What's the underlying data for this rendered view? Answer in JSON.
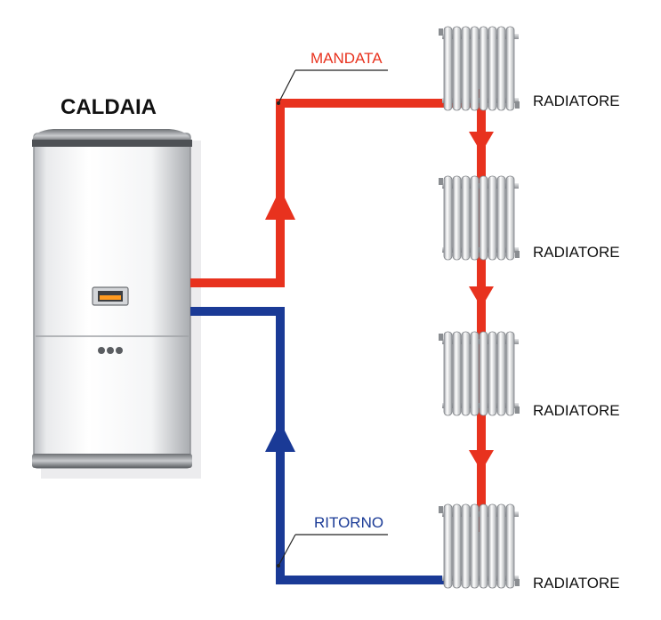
{
  "boiler": {
    "title": "CALDAIA"
  },
  "pipes": {
    "supply_label": "MANDATA",
    "return_label": "RITORNO",
    "supply_color": "#e8321e",
    "return_color": "#1a3a96"
  },
  "radiators": [
    {
      "label": "RADIATORE"
    },
    {
      "label": "RADIATORE"
    },
    {
      "label": "RADIATORE"
    },
    {
      "label": "RADIATORE"
    }
  ]
}
